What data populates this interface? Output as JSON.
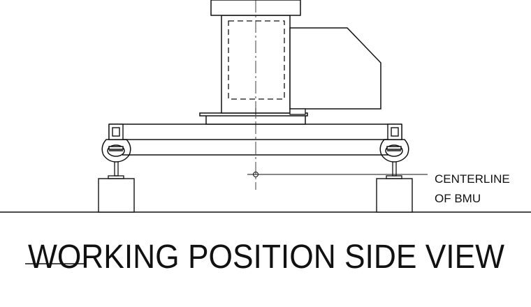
{
  "diagram": {
    "title": "WORKING POSITION SIDE VIEW",
    "callout": {
      "line1": "CENTERLINE",
      "line2": "OF BMU"
    },
    "colors": {
      "ink": "#111111",
      "background": "#ffffff"
    }
  }
}
